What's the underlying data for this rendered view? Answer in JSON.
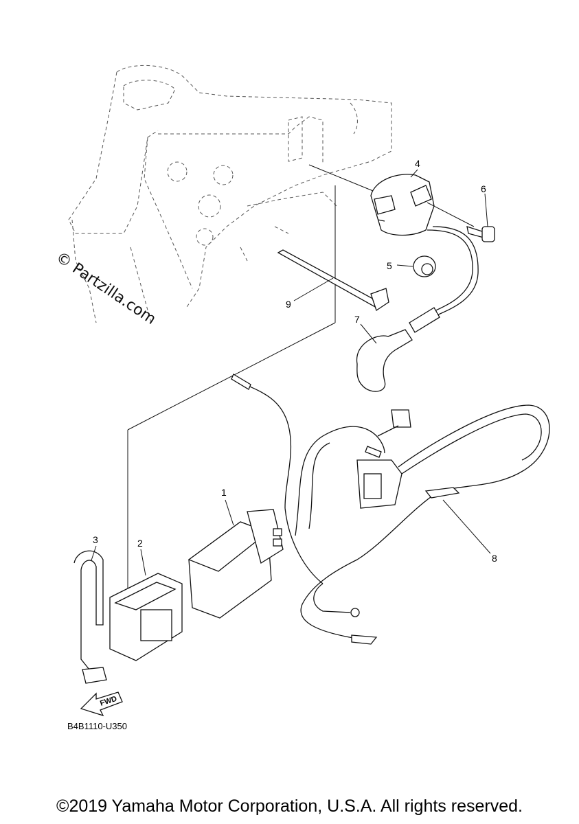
{
  "watermark": "© Partzilla.com",
  "callouts": {
    "c1": "1",
    "c2": "2",
    "c3": "3",
    "c4": "4",
    "c5": "5",
    "c6": "6",
    "c7": "7",
    "c8": "8",
    "c9": "9"
  },
  "fwd_label": "FWD",
  "diagram_code": "B4B1110-U350",
  "copyright": "©2019 Yamaha Motor Corporation, U.S.A. All rights reserved."
}
